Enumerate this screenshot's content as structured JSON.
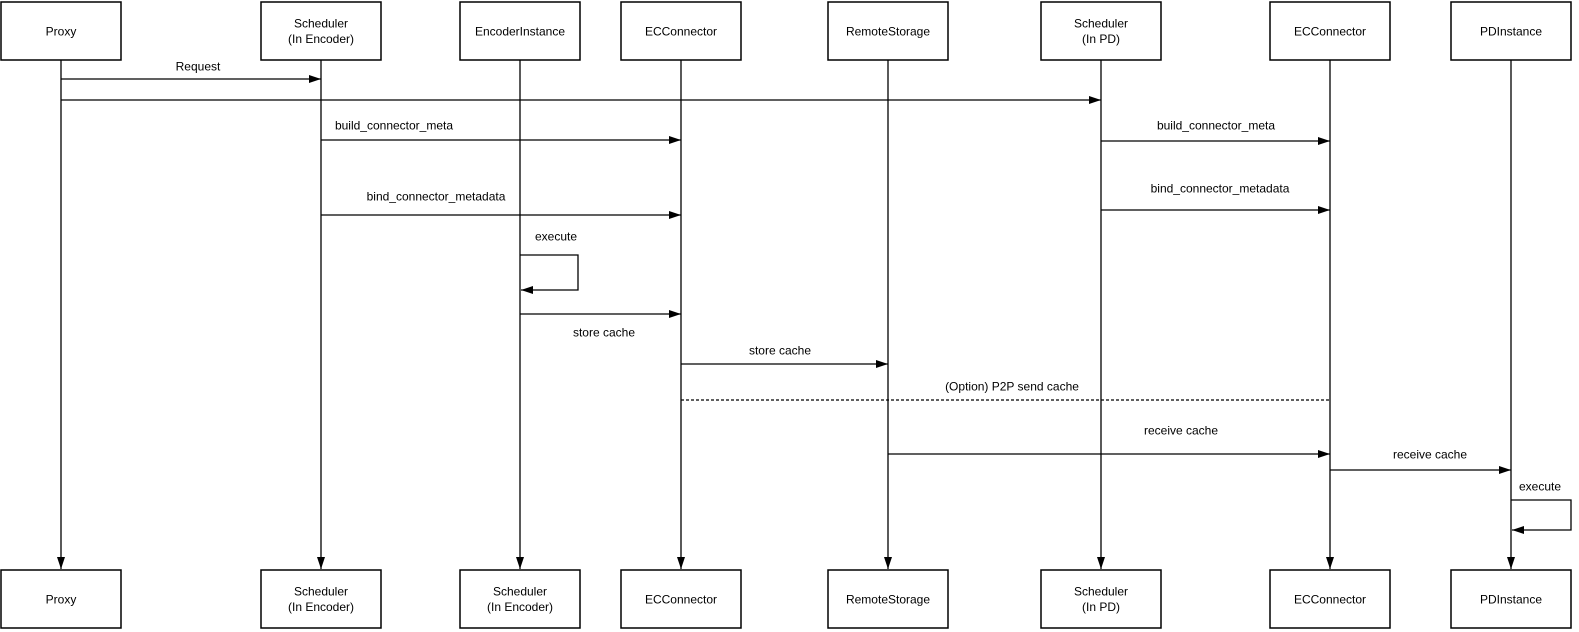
{
  "colors": {
    "background": "#ffffff",
    "stroke": "#000000",
    "text": "#000000"
  },
  "diagram": {
    "type": "sequence",
    "participants": [
      {
        "id": "proxy",
        "top_label": [
          "Proxy"
        ],
        "bottom_label": [
          "Proxy"
        ]
      },
      {
        "id": "scheduler-in-encoder",
        "top_label": [
          "Scheduler",
          "(In Encoder)"
        ],
        "bottom_label": [
          "Scheduler",
          "(In Encoder)"
        ]
      },
      {
        "id": "encoder-instance",
        "top_label": [
          "EncoderInstance"
        ],
        "bottom_label": [
          "Scheduler",
          "(In Encoder)"
        ]
      },
      {
        "id": "ec-connector-encoder",
        "top_label": [
          "ECConnector"
        ],
        "bottom_label": [
          "ECConnector"
        ]
      },
      {
        "id": "remote-storage",
        "top_label": [
          "RemoteStorage"
        ],
        "bottom_label": [
          "RemoteStorage"
        ]
      },
      {
        "id": "scheduler-in-pd",
        "top_label": [
          "Scheduler",
          "(In PD)"
        ],
        "bottom_label": [
          "Scheduler",
          "(In PD)"
        ]
      },
      {
        "id": "ec-connector-pd",
        "top_label": [
          "ECConnector"
        ],
        "bottom_label": [
          "ECConnector"
        ]
      },
      {
        "id": "pd-instance",
        "top_label": [
          "PDInstance"
        ],
        "bottom_label": [
          "PDInstance"
        ]
      }
    ],
    "messages": [
      {
        "label": "Request",
        "from": "proxy",
        "to": "scheduler-in-encoder",
        "style": "solid"
      },
      {
        "label": "",
        "from": "proxy",
        "to": "scheduler-in-pd",
        "style": "solid"
      },
      {
        "label": "build_connector_meta",
        "from": "scheduler-in-encoder",
        "to": "ec-connector-encoder",
        "style": "solid"
      },
      {
        "label": "build_connector_meta",
        "from": "scheduler-in-pd",
        "to": "ec-connector-pd",
        "style": "solid"
      },
      {
        "label": "bind_connector_metadata",
        "from": "scheduler-in-encoder",
        "to": "ec-connector-encoder",
        "style": "solid"
      },
      {
        "label": "bind_connector_metadata",
        "from": "scheduler-in-pd",
        "to": "ec-connector-pd",
        "style": "solid"
      },
      {
        "label": "execute",
        "from": "encoder-instance",
        "to": "encoder-instance",
        "style": "self"
      },
      {
        "label": "store cache",
        "from": "encoder-instance",
        "to": "ec-connector-encoder",
        "style": "solid"
      },
      {
        "label": "store cache",
        "from": "ec-connector-encoder",
        "to": "remote-storage",
        "style": "solid"
      },
      {
        "label": "(Option) P2P send cache",
        "from": "ec-connector-encoder",
        "to": "ec-connector-pd",
        "style": "dashed"
      },
      {
        "label": "receive cache",
        "from": "remote-storage",
        "to": "ec-connector-pd",
        "style": "solid"
      },
      {
        "label": "receive cache",
        "from": "ec-connector-pd",
        "to": "pd-instance",
        "style": "solid"
      },
      {
        "label": "execute",
        "from": "pd-instance",
        "to": "pd-instance",
        "style": "self"
      }
    ]
  }
}
